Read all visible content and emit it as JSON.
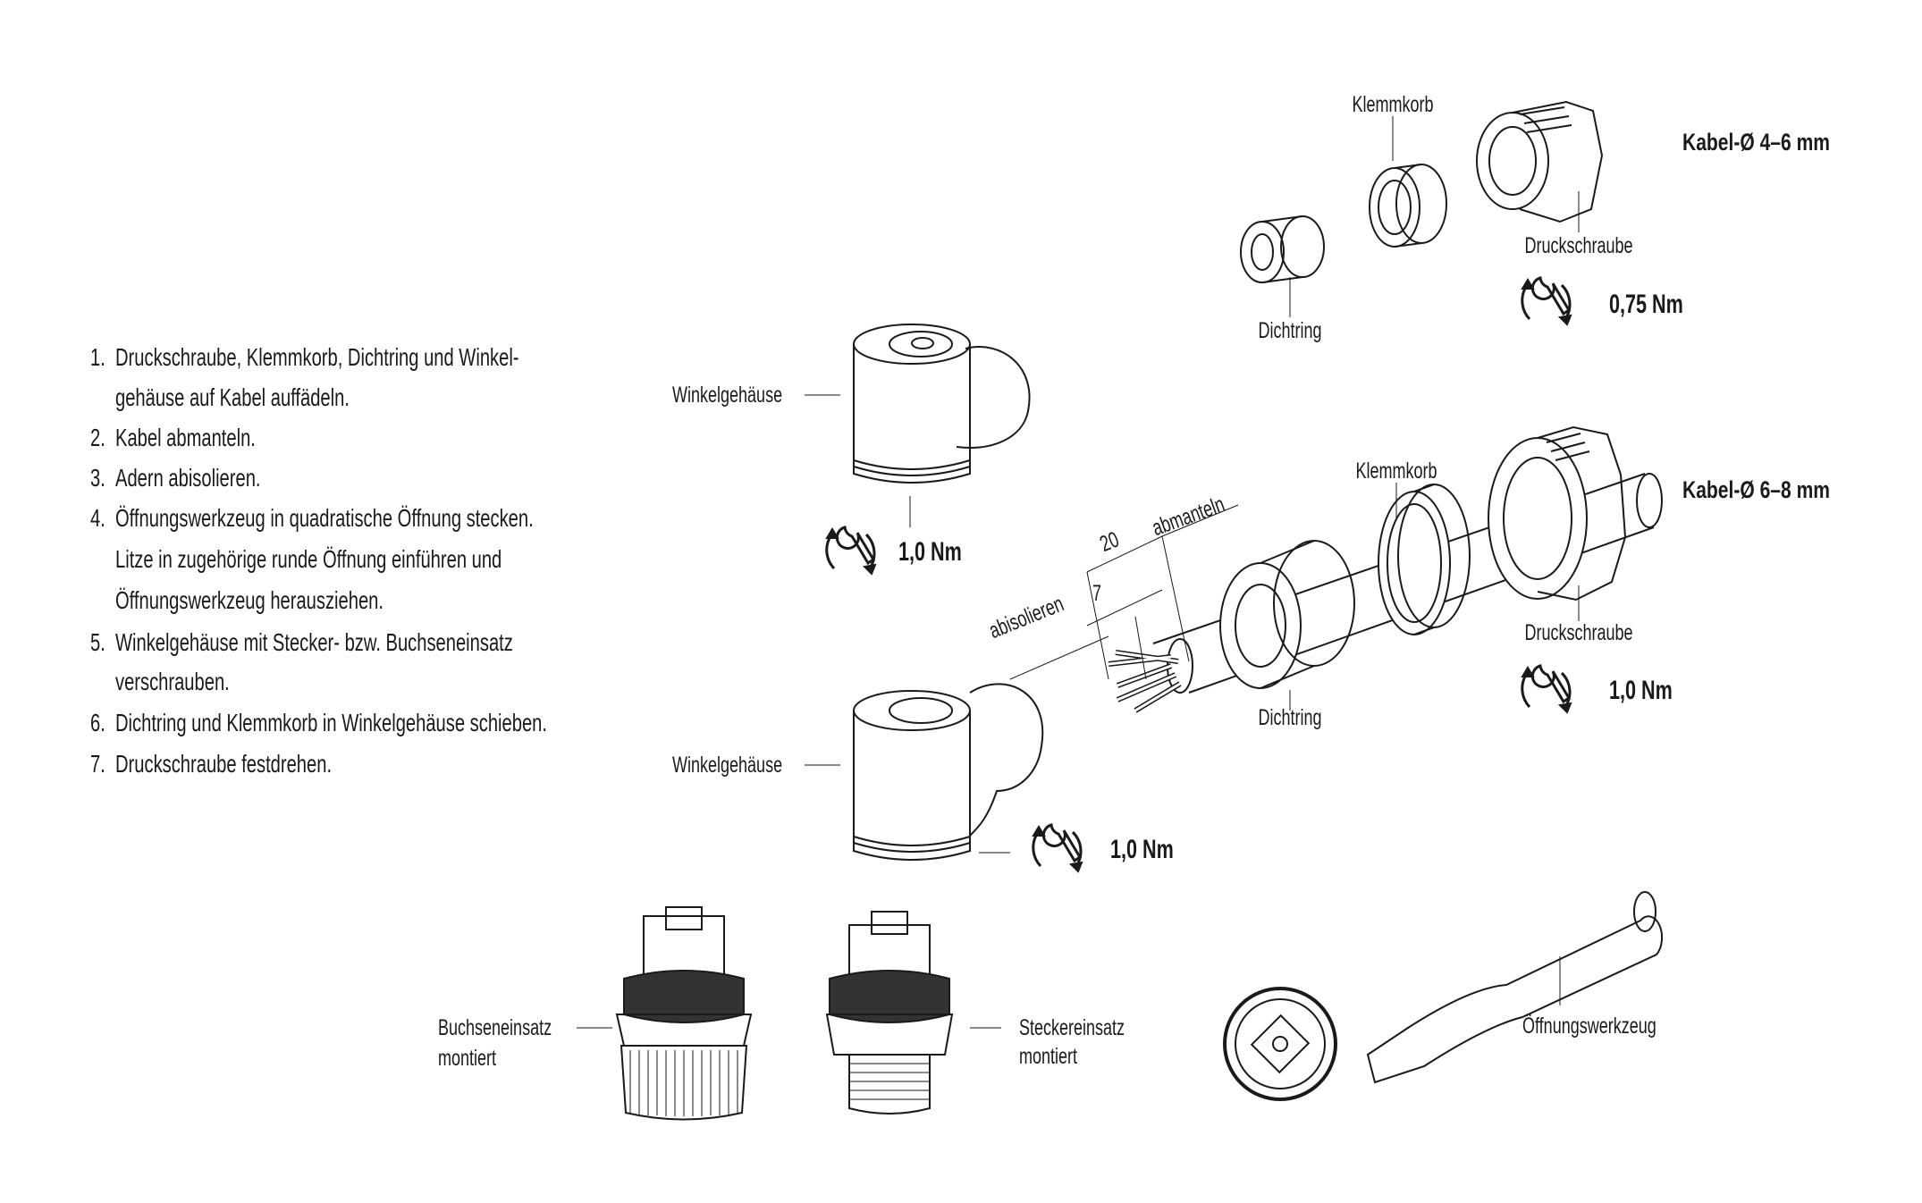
{
  "instructions": [
    {
      "num": "1.",
      "lines": [
        "Druckschraube, Klemmkorb, Dichtring und Winkel-",
        "gehäuse auf Kabel auffädeln."
      ]
    },
    {
      "num": "2.",
      "lines": [
        "Kabel abmanteln."
      ]
    },
    {
      "num": "3.",
      "lines": [
        "Adern abisolieren."
      ]
    },
    {
      "num": "4.",
      "lines": [
        "Öffnungswerkzeug in quadratische Öffnung stecken.",
        "Litze in zugehörige runde Öffnung einführen und",
        "Öffnungswerkzeug herausziehen."
      ]
    },
    {
      "num": "5.",
      "lines": [
        "Winkelgehäuse mit Stecker- bzw. Buchseneinsatz",
        "verschrauben."
      ]
    },
    {
      "num": "6.",
      "lines": [
        "Dichtring und Klemmkorb in Winkelgehäuse schieben."
      ]
    },
    {
      "num": "7.",
      "lines": [
        "Druckschraube festdrehen."
      ]
    }
  ],
  "top_assembly": {
    "title": "Kabel-Ø 4–6 mm",
    "klemmkorb": "Klemmkorb",
    "druckschraube": "Druckschraube",
    "dichtring": "Dichtring",
    "torque": "0,75 Nm"
  },
  "mid_assembly": {
    "title": "Kabel-Ø 6–8 mm",
    "klemmkorb": "Klemmkorb",
    "druckschraube": "Druckschraube",
    "dichtring": "Dichtring",
    "torque": "1,0 Nm",
    "dim_20": "20",
    "dim_7": "7",
    "abmanteln": "abmanteln",
    "abisolieren": "abisolieren"
  },
  "housing_1": {
    "label": "Winkelgehäuse",
    "torque": "1,0 Nm"
  },
  "housing_2": {
    "label": "Winkelgehäuse",
    "torque": "1,0 Nm"
  },
  "inserts": {
    "buchse": [
      "Buchseneinsatz",
      "montiert"
    ],
    "stecker": [
      "Steckereinsatz",
      "montiert"
    ],
    "tool": "Öffnungswerkzeug"
  }
}
